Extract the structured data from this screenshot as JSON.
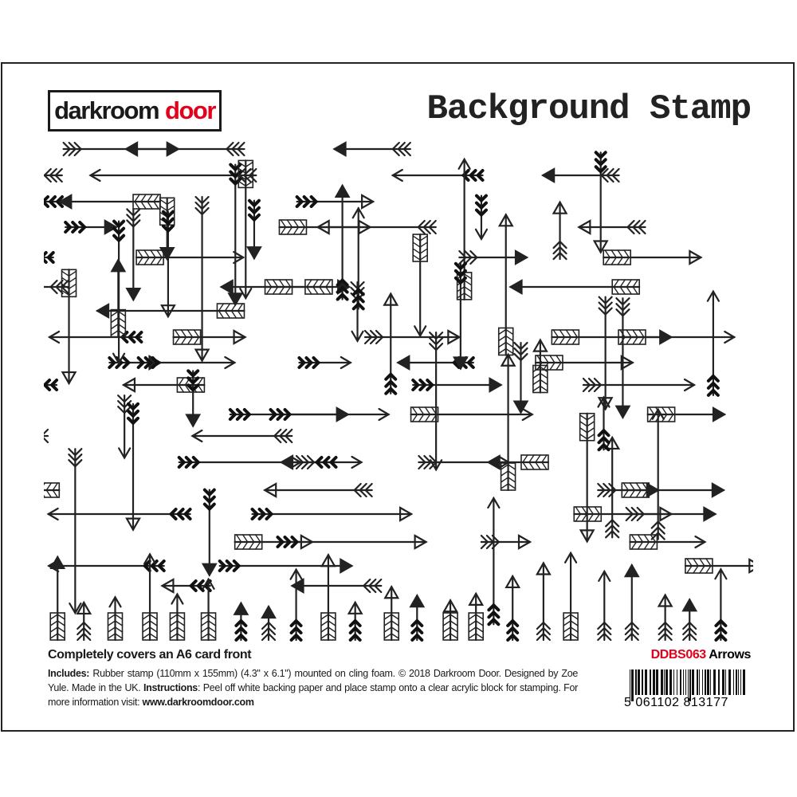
{
  "brand": {
    "logo_dark": "darkroom",
    "logo_red": "door",
    "accent_red": "#e2001a"
  },
  "title": "Background Stamp",
  "footer": {
    "headline": "Completely covers an A6 card front",
    "includes_label": "Includes:",
    "includes_text": " Rubber stamp (110mm x 155mm) (4.3\" x 6.1\") mounted on cling foam. © 2018 Darkroom Door. Designed by Zoe Yule. Made in the UK. ",
    "instructions_label": "Instructions",
    "instructions_text": ": Peel off white backing paper and place stamp onto a clear acrylic block for stamping. For more information visit: ",
    "url": "www.darkroomdoor.com"
  },
  "product": {
    "code": "DDBS063",
    "name": "Arrows"
  },
  "barcode": {
    "digits": "5 061102 813177"
  }
}
